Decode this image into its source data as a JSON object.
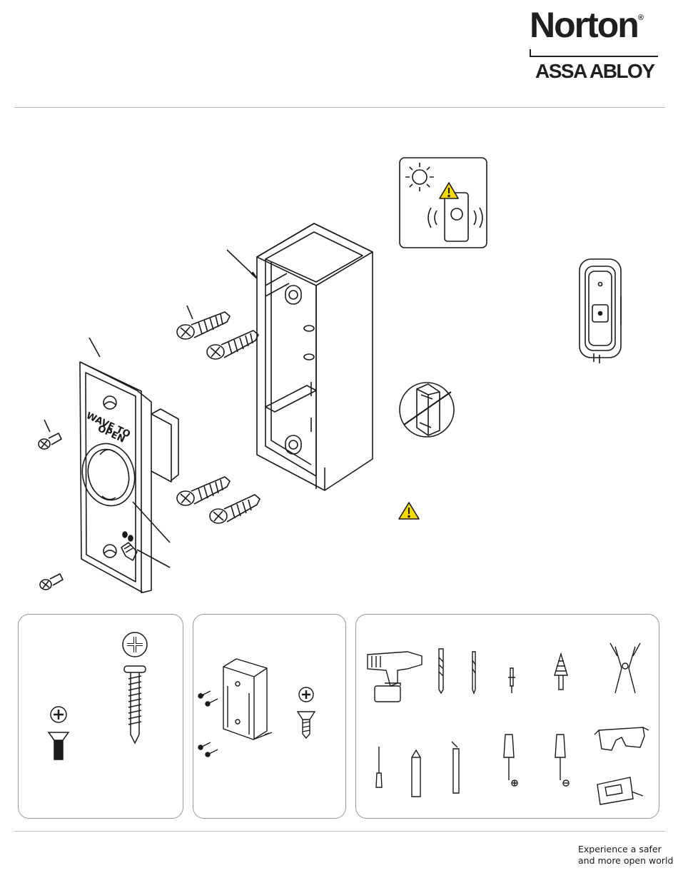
{
  "brand": {
    "name": "Norton",
    "registered_mark": "®",
    "parent": "ASSA ABLOY"
  },
  "device_faceplate": {
    "label_line1": "WAVE TO",
    "label_line2": "OPEN"
  },
  "footer": {
    "tagline_line1": "Experience a safer",
    "tagline_line2": "and more open world"
  },
  "icons": [
    "sun-icon",
    "warning-icon",
    "sensor-signal-icon",
    "no-mount-icon",
    "drill-icon",
    "drill-bit-icon",
    "stepped-drill-bit-icon",
    "pliers-icon",
    "safety-glasses-icon",
    "tape-measure-icon",
    "screwdriver-icon",
    "pencil-icon"
  ],
  "colors": {
    "line": "#1a1a1a",
    "warning_fill": "#f5d800",
    "rule": "#bdbdbd"
  }
}
